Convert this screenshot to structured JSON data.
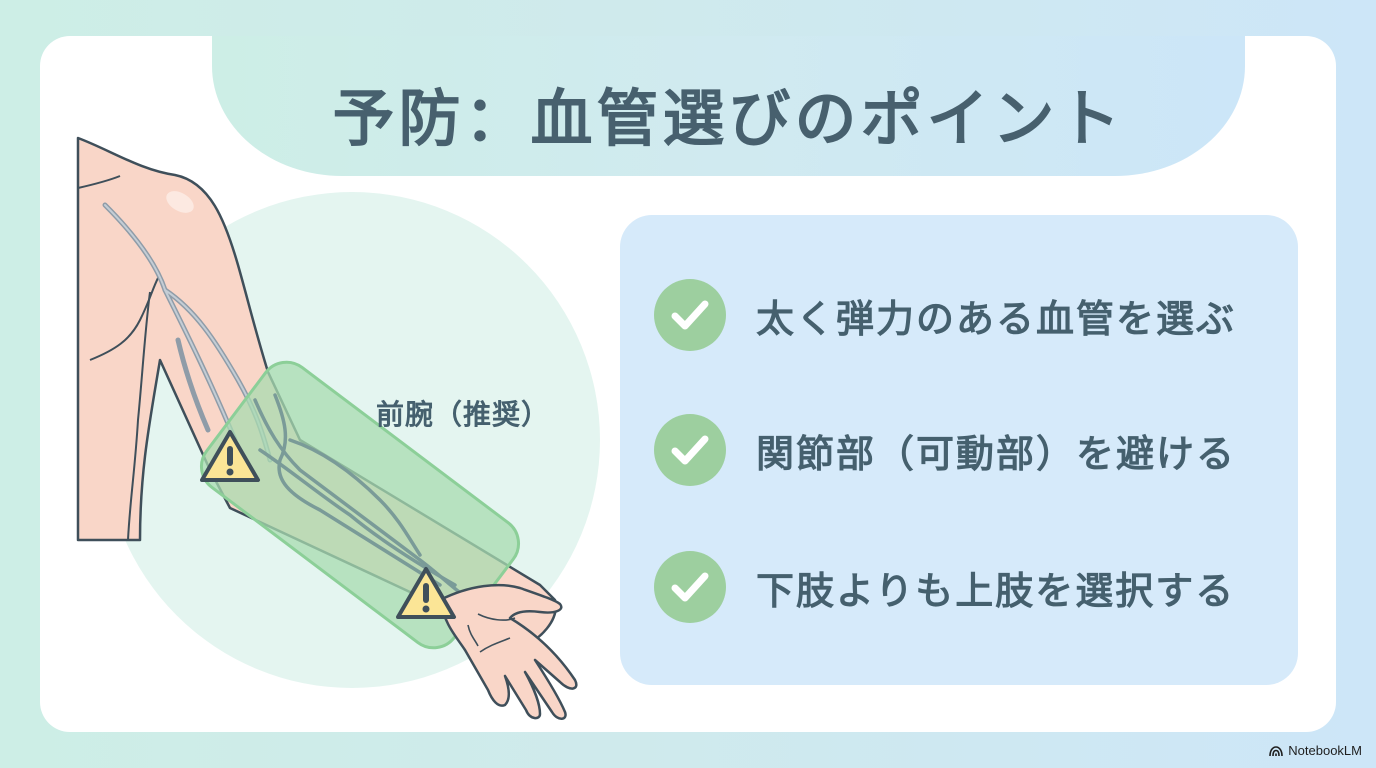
{
  "title": "予防：血管選びのポイント",
  "illustration": {
    "forearm_label": "前腕（推奨）",
    "warning_markers": [
      "elbow-joint-warning",
      "wrist-joint-warning"
    ]
  },
  "points": [
    {
      "icon": "check-icon",
      "text": "太く弾力のある血管を選ぶ"
    },
    {
      "icon": "check-icon",
      "text": "関節部（可動部）を避ける"
    },
    {
      "icon": "check-icon",
      "text": "下肢よりも上肢を選択する"
    }
  ],
  "colors": {
    "title_text": "#47606e",
    "check_green": "#9dcf9f",
    "panel_blue": "#d6eafa",
    "recommended_zone": "#a8dbb0",
    "warning_yellow": "#fbe596",
    "skin": "#f9d5c6"
  },
  "branding": {
    "icon": "notebooklm-icon",
    "label": "NotebookLM"
  }
}
